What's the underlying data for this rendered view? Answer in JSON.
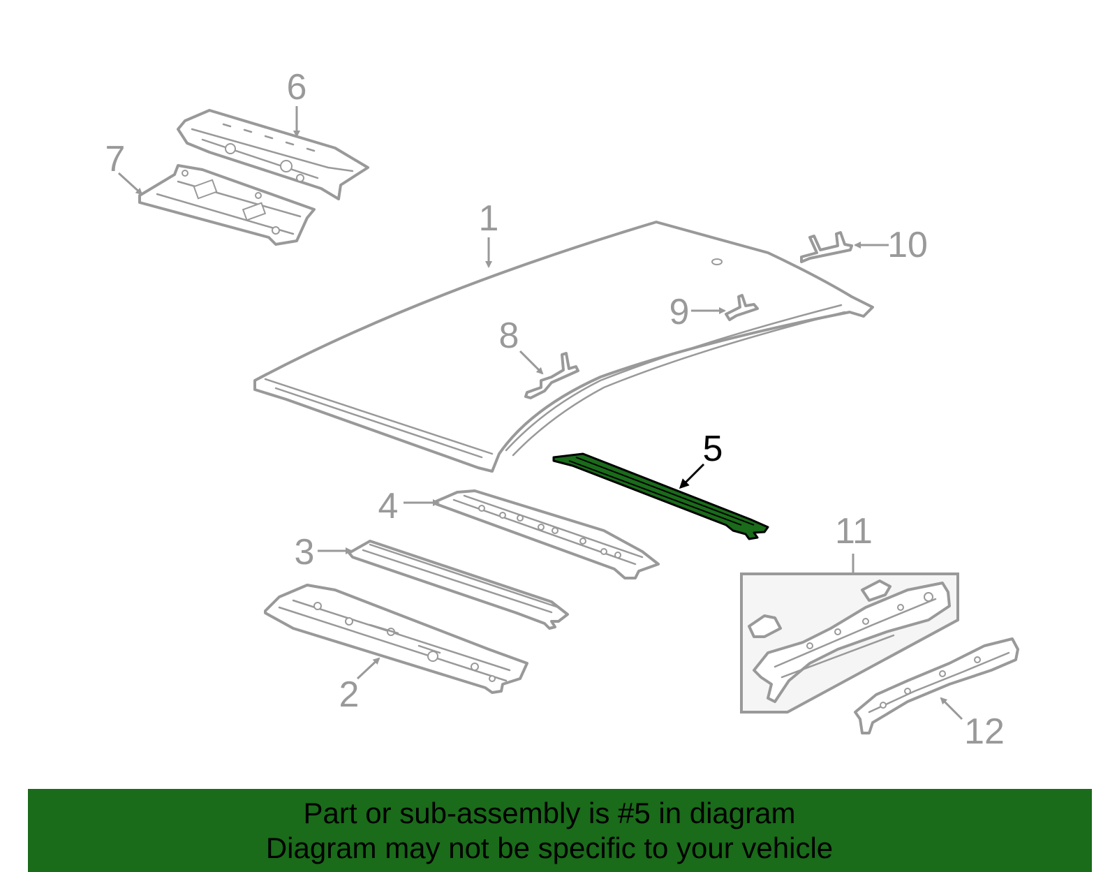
{
  "callouts": {
    "c1": "1",
    "c2": "2",
    "c3": "3",
    "c4": "4",
    "c5": "5",
    "c6": "6",
    "c7": "7",
    "c8": "8",
    "c9": "9",
    "c10": "10",
    "c11": "11",
    "c12": "12"
  },
  "highlighted_part": "5",
  "colors": {
    "part_outline": "#999999",
    "highlight_fill": "#1a6b1a",
    "banner_background": "#1a6b1a",
    "label_highlight": "#000000"
  },
  "banner": {
    "line1": "Part or sub-assembly is #5 in diagram",
    "line2": "Diagram may not be specific to your vehicle"
  }
}
